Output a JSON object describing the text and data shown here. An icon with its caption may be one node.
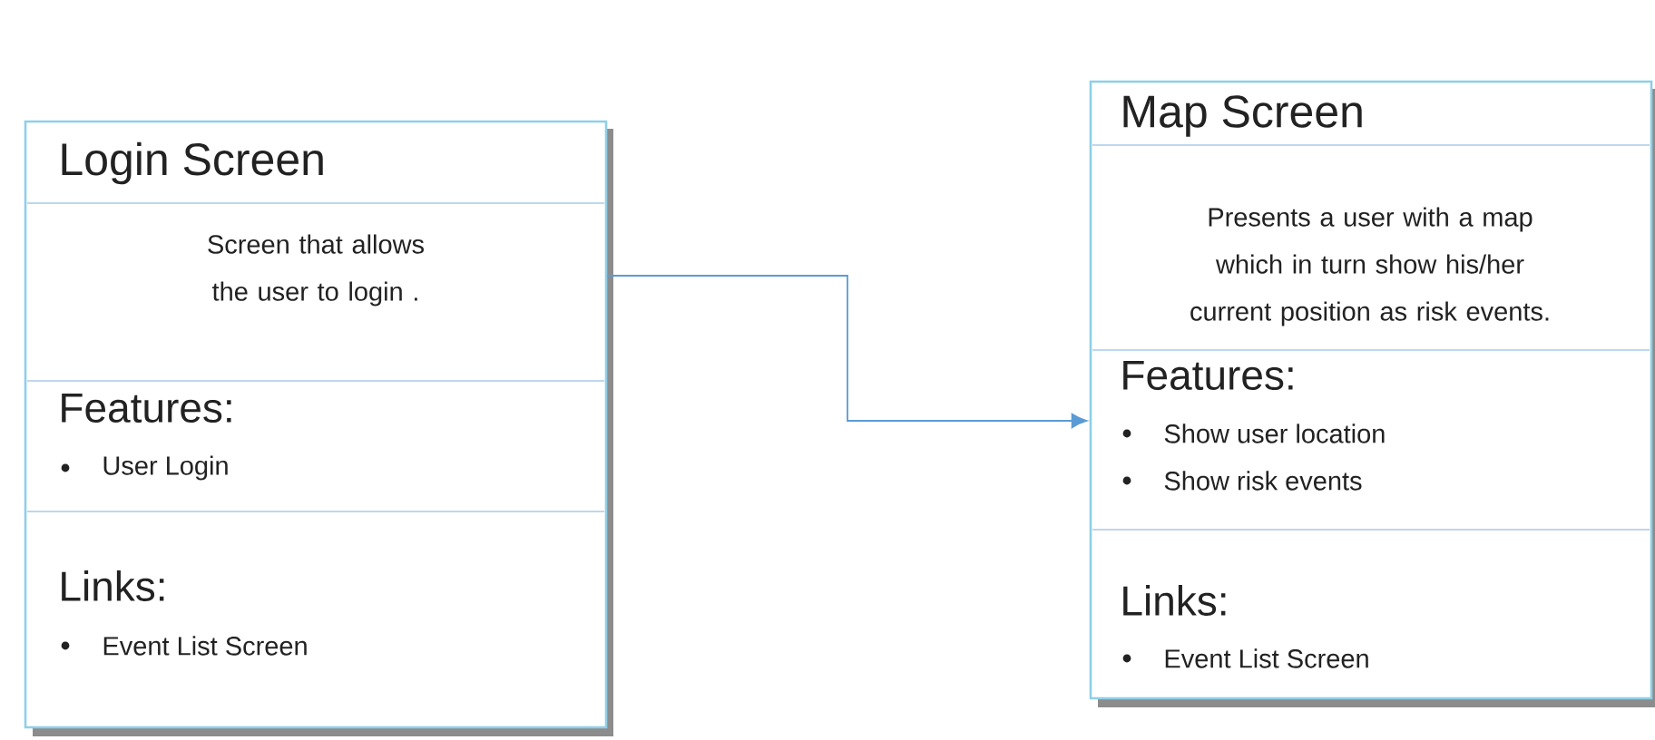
{
  "diagram": {
    "nodes": [
      {
        "text": [
          "Login Screen",
          "Screen that allows the user to login .",
          "Features:",
          "User Login",
          "Links:",
          "Event List Screen"
        ]
      },
      {
        "text": [
          "Map Screen",
          "Presents a user with a map which in turn show his/her current position as risk events.",
          "Features:",
          "Show user location",
          "Show risk events",
          "Links:",
          "Event List Screen"
        ]
      }
    ],
    "edges": [
      {
        "from": 0,
        "to": 1,
        "arrow": "to"
      }
    ]
  }
}
